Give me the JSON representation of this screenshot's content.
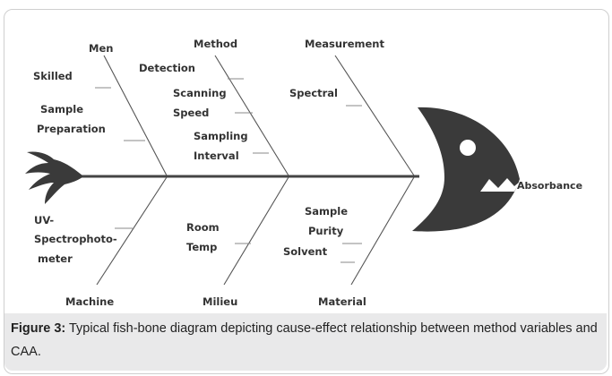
{
  "diagram": {
    "categories": {
      "men": "Men",
      "method": "Method",
      "measurement": "Measurement",
      "machine": "Machine",
      "milieu": "Milieu",
      "material": "Material"
    },
    "causes": {
      "skilled": "Skilled",
      "sample_prep_1": "Sample",
      "sample_prep_2": "Preparation",
      "detection": "Detection",
      "scanning_1": "Scanning",
      "scanning_2": "Speed",
      "sampling_1": "Sampling",
      "sampling_2": "Interval",
      "spectral": "Spectral",
      "uv_1": "UV-",
      "uv_2": "Spectrophoto-",
      "uv_3": "meter",
      "room_temp_1": "Room",
      "room_temp_2": "Temp",
      "purity_1": "Sample",
      "purity_2": "Purity",
      "solvent": "Solvent"
    },
    "effect": "Absorbance",
    "colors": {
      "fish": "#3a3a3a",
      "line": "#4a4a4a",
      "caption_band": "#e9e9ea"
    }
  },
  "caption": {
    "label": "Figure 3:",
    "text": " Typical fish-bone diagram depicting cause-effect relationship between method variables and CAA."
  }
}
